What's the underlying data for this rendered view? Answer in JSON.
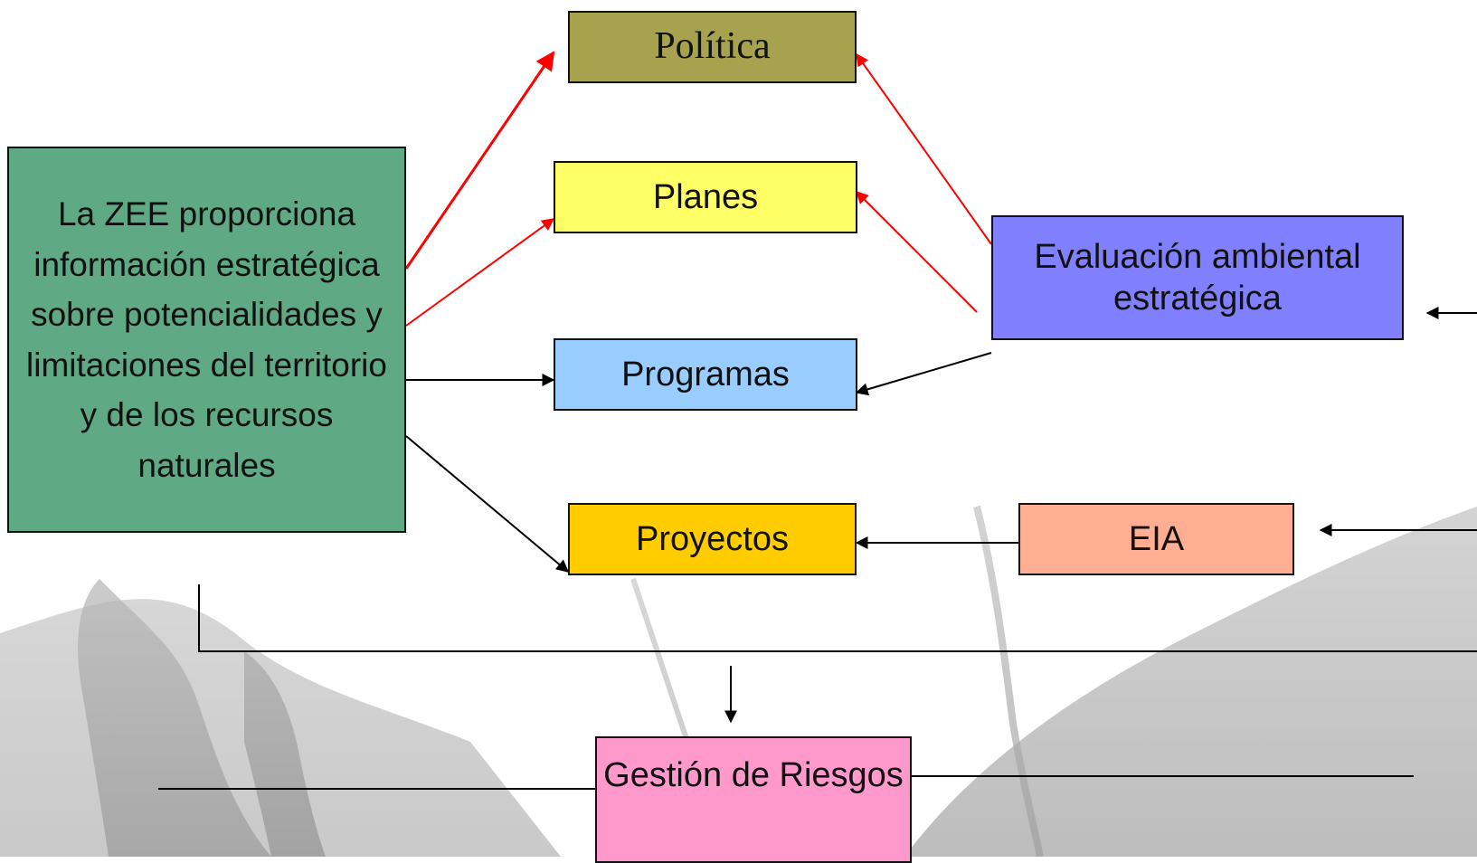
{
  "nodes": {
    "zee": "La ZEE proporciona información estratégica sobre potencialidades y limitaciones del territorio y de los recursos naturales",
    "politica": "Política",
    "planes": "Planes",
    "programas": "Programas",
    "proyectos": "Proyectos",
    "eae": "Evaluación ambiental estratégica",
    "eia": "EIA",
    "riesgos": "Gestión de Riesgos"
  },
  "edges": [
    {
      "from": "zee",
      "to": "politica",
      "color": "#ff0000"
    },
    {
      "from": "zee",
      "to": "planes",
      "color": "#ff0000"
    },
    {
      "from": "zee",
      "to": "programas",
      "color": "#000000"
    },
    {
      "from": "zee",
      "to": "proyectos",
      "color": "#000000"
    },
    {
      "from": "eae",
      "to": "politica",
      "color": "#ff0000"
    },
    {
      "from": "eae",
      "to": "planes",
      "color": "#ff0000"
    },
    {
      "from": "eae",
      "to": "programas",
      "color": "#000000"
    },
    {
      "from": "eia",
      "to": "proyectos",
      "color": "#000000"
    },
    {
      "from": "external",
      "to": "eae",
      "color": "#000000"
    },
    {
      "from": "external",
      "to": "eia",
      "color": "#000000"
    },
    {
      "from": "zee",
      "to": "riesgos",
      "color": "#000000"
    }
  ],
  "colors": {
    "zee": "#5fa985",
    "politica": "#a7a24d",
    "planes": "#ffff66",
    "programas": "#99ccff",
    "proyectos": "#ffcc00",
    "eae": "#8080ff",
    "eia": "#ffad93",
    "riesgos": "#ff99cc"
  }
}
